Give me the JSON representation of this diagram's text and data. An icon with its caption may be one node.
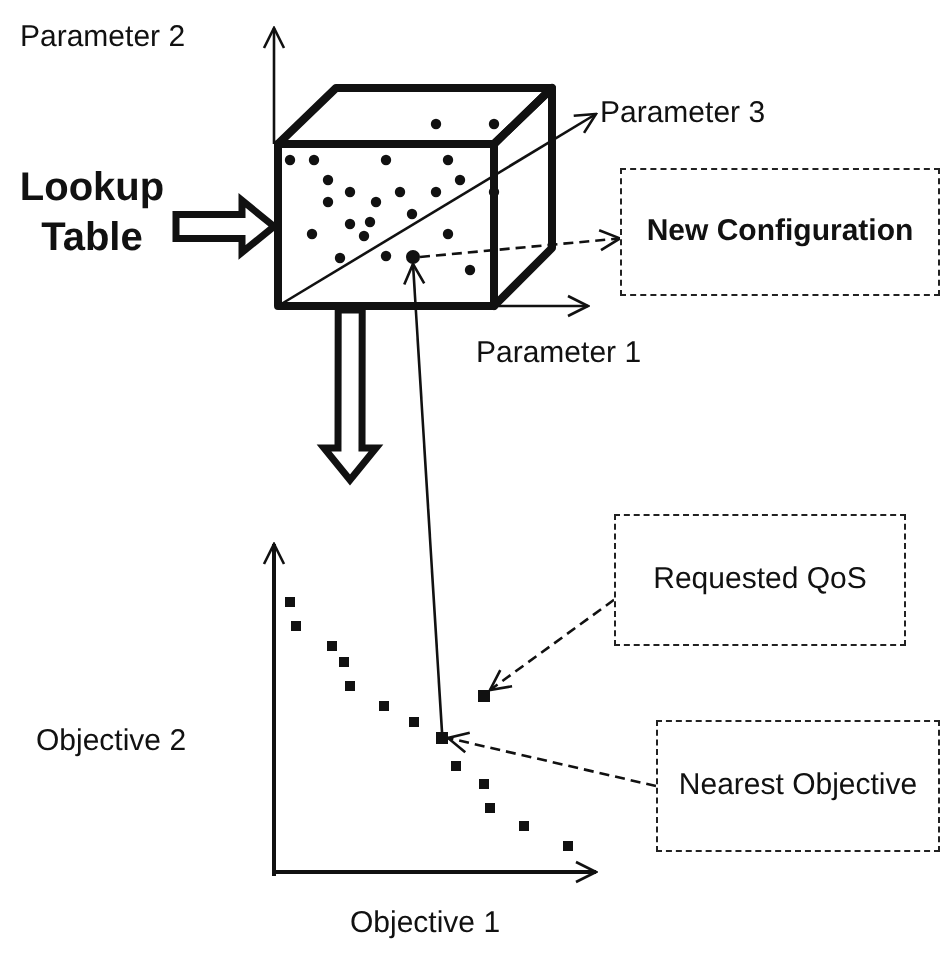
{
  "diagram": {
    "nodes": [
      {
        "text": [
          "Lookup Table"
        ]
      },
      {
        "text": [],
        "shape": "picture"
      },
      {
        "text": [
          "New Configuration"
        ]
      },
      {
        "text": [],
        "shape": "picture"
      },
      {
        "text": [
          "Requested QoS"
        ]
      },
      {
        "text": [
          "Nearest Objective"
        ]
      },
      {
        "text": [],
        "shape": "box",
        "in": 3
      },
      {
        "text": [],
        "shape": "box",
        "in": 3
      },
      {
        "text": [],
        "shape": "circle",
        "in": 1
      }
    ],
    "edges": [
      {
        "from": 0,
        "to": 1,
        "arrow": "to",
        "style": "thick"
      },
      {
        "from": 1,
        "to": 3,
        "arrow": "to",
        "style": "thick"
      },
      {
        "from": 8,
        "to": 2,
        "arrow": "to",
        "style": "dashed"
      },
      {
        "from": 7,
        "to": 8,
        "arrow": "to"
      },
      {
        "from": 4,
        "to": 6,
        "arrow": "to",
        "style": "dashed"
      },
      {
        "from": 5,
        "to": 7,
        "arrow": "to",
        "style": "dashed"
      }
    ],
    "labels": [
      "Parameter 2",
      "Parameter 3",
      "Parameter 1",
      "Objective 2",
      "Objective 1"
    ]
  }
}
